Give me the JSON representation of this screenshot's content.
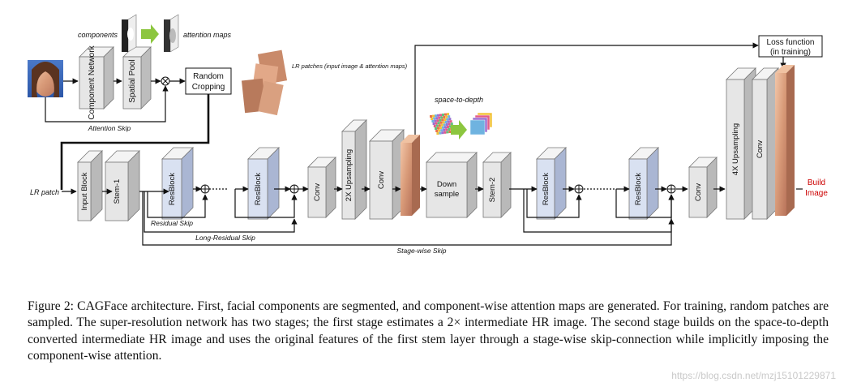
{
  "figure": {
    "top_components_label": "components",
    "top_attention_label": "attention maps",
    "component_network": "Component Network",
    "spatial_pool": "Spatial Pool",
    "random_cropping": "Random Cropping",
    "lr_patches_note": "LR patches (input image & attention maps)",
    "attention_skip": "Attention Skip",
    "space_to_depth": "space-to-depth",
    "loss_function": "Loss function",
    "loss_function_sub": "(in training)",
    "lr_patch": "LR patch",
    "input_block": "Input Block",
    "stem1": "Stem-1",
    "resblock": "ResBlock",
    "conv": "Conv",
    "upsampling_2x": "2X Upsampling",
    "down_sample": "Down sample",
    "stem2": "Stem-2",
    "upsampling_4x": "4X Upsampling",
    "build_image": "Build Image",
    "residual_skip": "Residual Skip",
    "long_residual_skip": "Long-Residual Skip",
    "stage_wise_skip": "Stage-wise Skip"
  },
  "caption": "Figure 2: CAGFace architecture. First, facial components are segmented, and component-wise attention maps are generated. For training, random patches are sampled. The super-resolution network has two stages; the first stage estimates a 2× intermediate HR image. The second stage builds on the space-to-depth converted intermediate HR image and uses the original features of the first stem layer through a stage-wise skip-connection while implicitly imposing the component-wise attention.",
  "watermark": "https://blog.csdn.net/mzj15101229871",
  "colors": {
    "block_gray": "#e6e6e6",
    "block_blue": "#d9e1f1",
    "build_red": "#cc0000",
    "arrow_green": "#8cc63f"
  }
}
